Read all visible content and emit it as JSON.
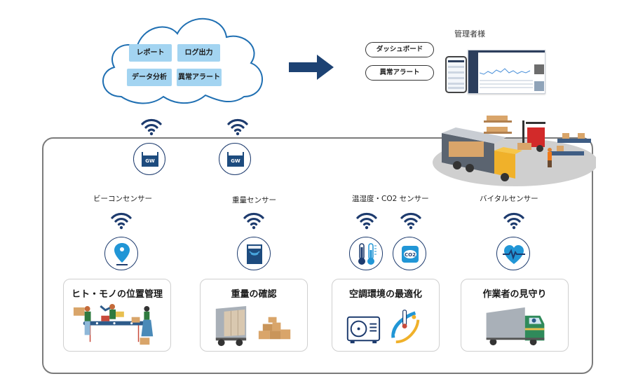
{
  "cloud": {
    "tags": [
      "レポート",
      "ログ出力",
      "データ分析",
      "異常アラート"
    ]
  },
  "admin": {
    "title": "管理者様",
    "buttons": [
      "ダッシュボード",
      "異常アラート"
    ],
    "devices": [
      "smartphone-dashboard",
      "pc-dashboard"
    ]
  },
  "gateways": [
    {
      "label": "GW"
    },
    {
      "label": "GW"
    }
  ],
  "sensors": [
    {
      "label": "ビーコンセンサー",
      "icon": "location-pin-icon"
    },
    {
      "label": "重量センサー",
      "icon": "weight-scale-icon"
    },
    {
      "label": "温湿度・CO2 センサー",
      "icon": "thermometer-icon",
      "icon2": "co2-icon",
      "co2_text": "CO2"
    },
    {
      "label": "バイタルセンサー",
      "icon": "heartbeat-icon"
    }
  ],
  "cards": [
    {
      "title": "ヒト・モノの位置管理",
      "illustration": "workers-conveyor-illustration"
    },
    {
      "title": "重量の確認",
      "illustration": "truck-boxes-illustration"
    },
    {
      "title": "空調環境の最適化",
      "illustration": "air-conditioner-illustration"
    },
    {
      "title": "作業者の見守り",
      "illustration": "driver-truck-illustration"
    }
  ],
  "colors": {
    "navy": "#1d3b6e",
    "accent_blue": "#2196d6",
    "cloud_tag": "#a3d4f1",
    "frame": "#7b7b7b"
  }
}
